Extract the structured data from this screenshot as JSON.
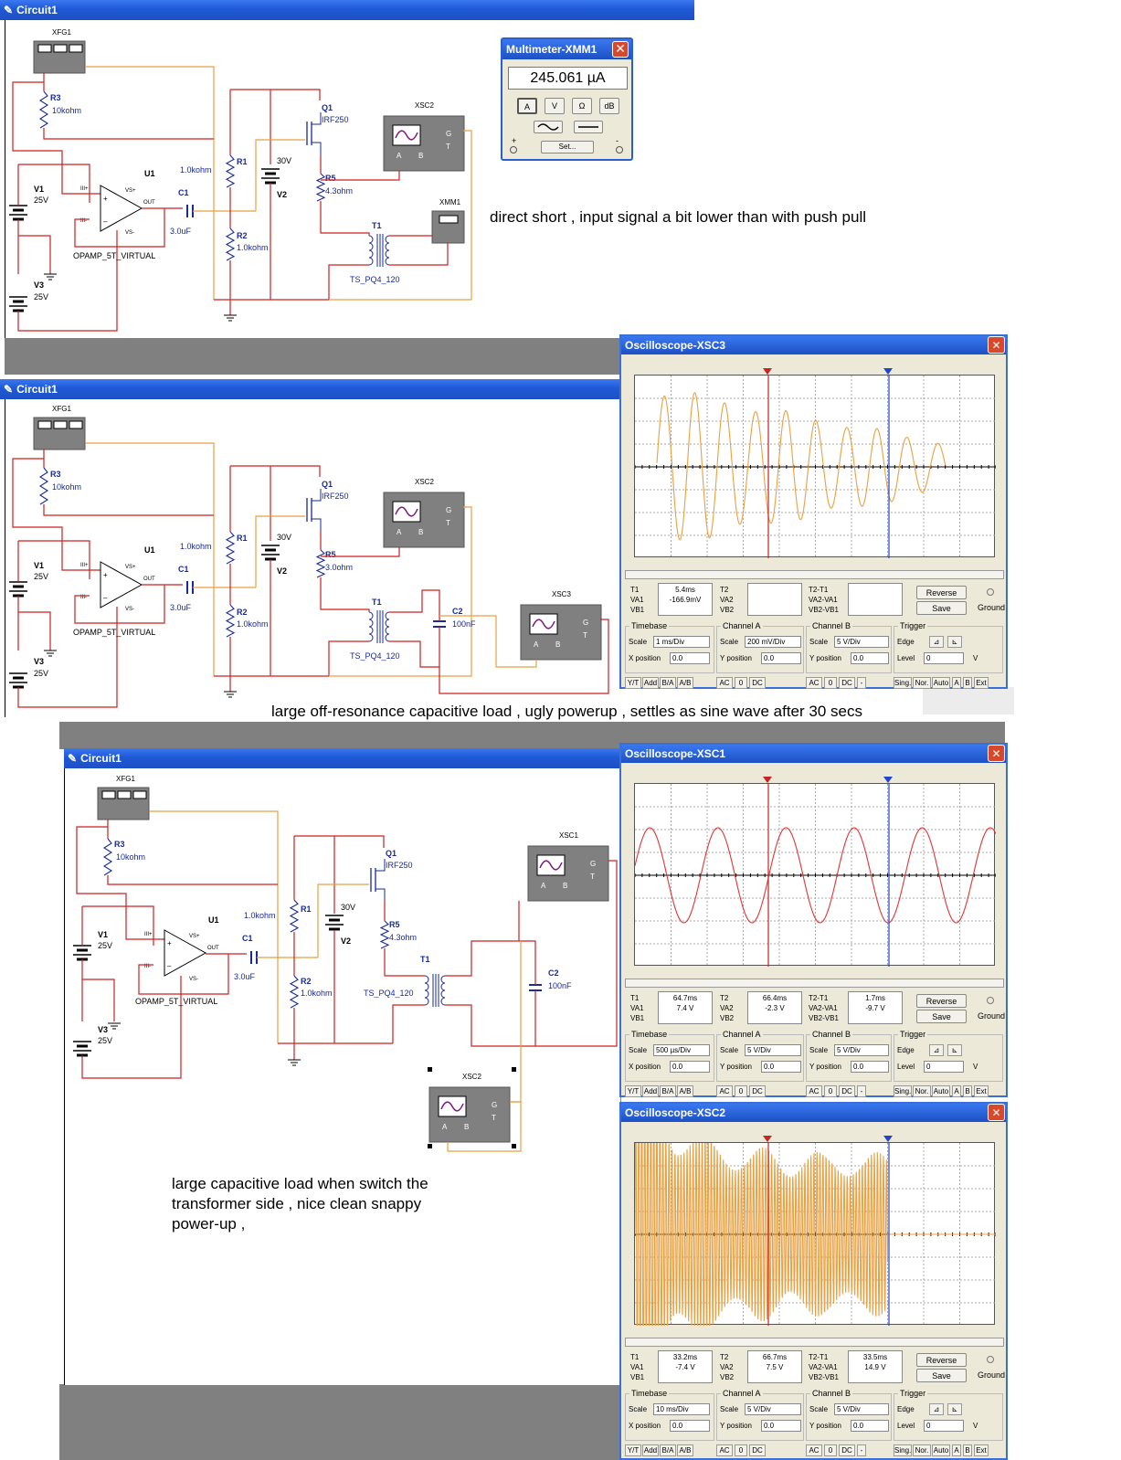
{
  "colors": {
    "wire_orange": "#e8a040",
    "wire_red": "#cc2222",
    "component_blue": "#1a2a9a",
    "trace_orange": "#e8a040",
    "trace_red": "#dd3333",
    "cursor_red": "#cc2222",
    "cursor_blue": "#2244cc",
    "title_blue": "#2356d8"
  },
  "circuit_labels": {
    "xfg1": "XFG1",
    "r3": "R3",
    "r3_val": "10kohm",
    "r1": "R1",
    "r1_val": "1.0kohm",
    "r2": "R2",
    "r2_val": "1.0kohm",
    "r5": "R5",
    "r5_val_1": "4.3ohm",
    "r5_val_2": "3.0ohm",
    "r5_val_3": "4.3ohm",
    "q1": "Q1",
    "q1_val": "IRF250",
    "v1": "V1",
    "v1_val": "25V",
    "v2": "V2",
    "v2_val": "30V",
    "v3": "V3",
    "v3_val": "25V",
    "u1": "U1",
    "u1_part": "OPAMP_5T_VIRTUAL",
    "c1": "C1",
    "c1_val": "3.0uF",
    "t1": "T1",
    "t1_part": "TS_PQ4_120",
    "c2": "C2",
    "c2_val": "100nF",
    "xmm1": "XMM1",
    "xsc2": "XSC2",
    "xsc3": "XSC3",
    "xsc1": "XSC1",
    "vs_plus": "VS+",
    "vs_minus": "VS-",
    "out": "OUT",
    "in_plus": "III+",
    "in_minus": "III-",
    "g": "G",
    "t": "T",
    "a": "A",
    "b": "B"
  },
  "panel1": {
    "title": "Circuit1",
    "comment": "direct short , input signal a bit lower than with push pull"
  },
  "panel2": {
    "title": "Circuit1",
    "comment": "large off-resonance capacitive load , ugly powerup , settles as sine wave after 30 secs"
  },
  "panel3": {
    "title": "Circuit1",
    "comment_l1": "large capacitive load when switch the",
    "comment_l2": "transformer side , nice clean snappy",
    "comment_l3": "power-up ,"
  },
  "multimeter": {
    "title": "Multimeter-XMM1",
    "reading": "245.061 µA",
    "buttons": [
      "A",
      "V",
      "Ω",
      "dB"
    ],
    "set_label": "Set...",
    "plus": "+",
    "minus": "-"
  },
  "osc_common": {
    "t1": "T1",
    "t2": "T2",
    "t2t1": "T2-T1",
    "va1": "VA1",
    "vb1": "VB1",
    "va2": "VA2",
    "vb2": "VB2",
    "va2va1": "VA2-VA1",
    "vb2vb1": "VB2-VB1",
    "reverse": "Reverse",
    "save": "Save",
    "ground": "Ground",
    "timebase": "Timebase",
    "channel_a": "Channel A",
    "channel_b": "Channel B",
    "trigger": "Trigger",
    "scale": "Scale",
    "xpos": "X position",
    "ypos": "Y position",
    "edge": "Edge",
    "level": "Level",
    "level_unit": "V",
    "yt": "Y/T",
    "add": "Add",
    "ba": "B/A",
    "ab": "A/B",
    "ac": "AC",
    "zero": "0",
    "dc": "DC",
    "minus": "-",
    "sing": "Sing.",
    "nor": "Nor.",
    "auto": "Auto",
    "a": "A",
    "b": "B",
    "ext": "Ext"
  },
  "osc3": {
    "title": "Oscilloscope-XSC3",
    "t1_time": "5.4ms",
    "t1_va": "-166.9mV",
    "t2_time": "",
    "t2_va": "",
    "dt_time": "",
    "dt_va": "",
    "timebase": "1 ms/Div",
    "xpos": "0.0",
    "cha_scale": "200 mV/Div",
    "cha_ypos": "0.0",
    "chb_scale": "5 V/Div",
    "chb_ypos": "0.0",
    "level": "0"
  },
  "osc1": {
    "title": "Oscilloscope-XSC1",
    "t1_time": "64.7ms",
    "t1_va": "7.4 V",
    "t2_time": "66.4ms",
    "t2_va": "-2.3 V",
    "dt_time": "1.7ms",
    "dt_va": "-9.7 V",
    "timebase": "500 µs/Div",
    "xpos": "0.0",
    "cha_scale": "5 V/Div",
    "cha_ypos": "0.0",
    "chb_scale": "5 V/Div",
    "chb_ypos": "0.0",
    "level": "0"
  },
  "osc2": {
    "title": "Oscilloscope-XSC2",
    "t1_time": "33.2ms",
    "t1_va": "-7.4 V",
    "t2_time": "66.7ms",
    "t2_va": "7.5 V",
    "dt_time": "33.5ms",
    "dt_va": "14.9 V",
    "timebase": "10 ms/Div",
    "xpos": "0.0",
    "cha_scale": "5 V/Div",
    "cha_ypos": "0.0",
    "chb_scale": "5 V/Div",
    "chb_ypos": "0.0",
    "level": "0"
  }
}
